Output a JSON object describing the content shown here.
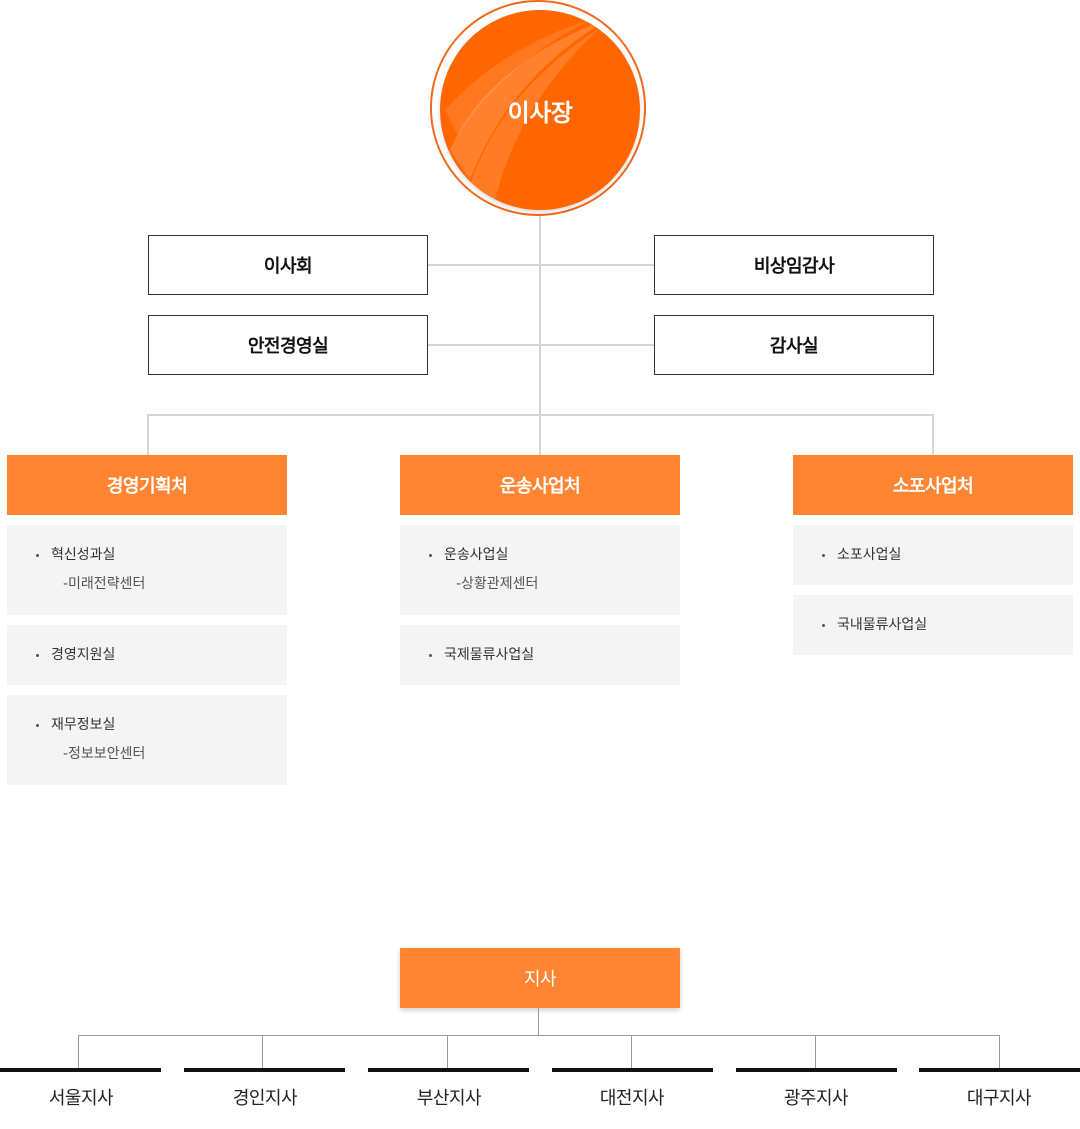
{
  "chairman": "이사장",
  "staff": {
    "board": "이사회",
    "auditor": "비상임감사",
    "safety": "안전경영실",
    "audit_office": "감사실"
  },
  "divisions": [
    {
      "name": "경영기획처",
      "units": [
        {
          "name": "혁신성과실",
          "sub": "-미래전략센터"
        },
        {
          "name": "경영지원실"
        },
        {
          "name": "재무정보실",
          "sub": "-정보보안센터"
        }
      ]
    },
    {
      "name": "운송사업처",
      "units": [
        {
          "name": "운송사업실",
          "sub": "-상황관제센터"
        },
        {
          "name": "국제물류사업실"
        }
      ]
    },
    {
      "name": "소포사업처",
      "units": [
        {
          "name": "소포사업실"
        },
        {
          "name": "국내물류사업실"
        }
      ]
    }
  ],
  "branch_head": "지사",
  "branches": [
    "서울지사",
    "경인지사",
    "부산지사",
    "대전지사",
    "광주지사",
    "대구지사"
  ],
  "colors": {
    "chairman": "#ff6600",
    "division": "#ff8533",
    "unit_bg": "#f4f4f4",
    "connector": "#d6d6d6"
  }
}
